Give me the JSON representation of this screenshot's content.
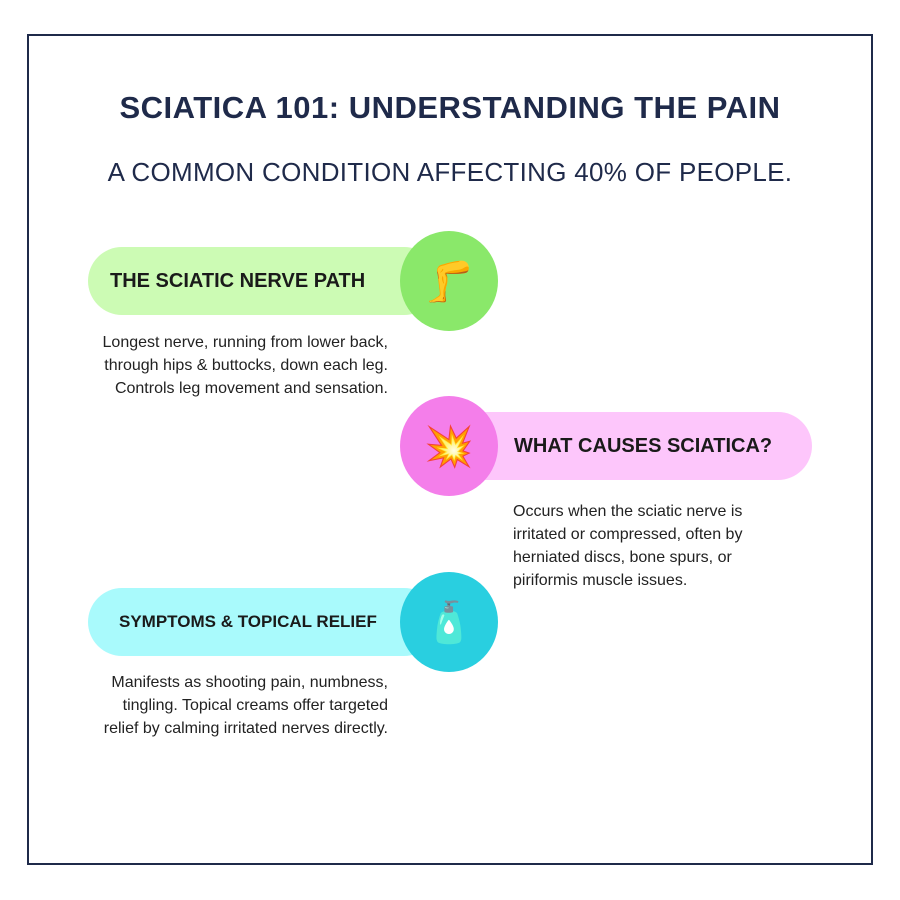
{
  "title": "SCIATICA 101: UNDERSTANDING THE PAIN",
  "subtitle": "A COMMON CONDITION AFFECTING 40% OF PEOPLE.",
  "sections": [
    {
      "heading": "THE SCIATIC NERVE PATH",
      "icon": "🦵",
      "icon_name": "leg-icon",
      "pill_color": "#ccfbb4",
      "circle_color": "#8ae86a",
      "text": "Longest nerve, running from lower back, through hips & buttocks, down each leg. Controls leg movement and sensation."
    },
    {
      "heading": "WHAT CAUSES SCIATICA?",
      "icon": "💥",
      "icon_name": "collision-icon",
      "pill_color": "#fdc6fb",
      "circle_color": "#f47eea",
      "text": "Occurs when the sciatic nerve is irritated or compressed, often by herniated discs, bone spurs, or piriformis muscle issues."
    },
    {
      "heading": "SYMPTOMS & TOPICAL RELIEF",
      "icon": "🧴",
      "icon_name": "lotion-bottle-icon",
      "pill_color": "#a9fafc",
      "circle_color": "#29cfe0",
      "text": "Manifests as shooting pain, numbness, tingling. Topical creams offer targeted relief by calming irritated nerves directly."
    }
  ]
}
